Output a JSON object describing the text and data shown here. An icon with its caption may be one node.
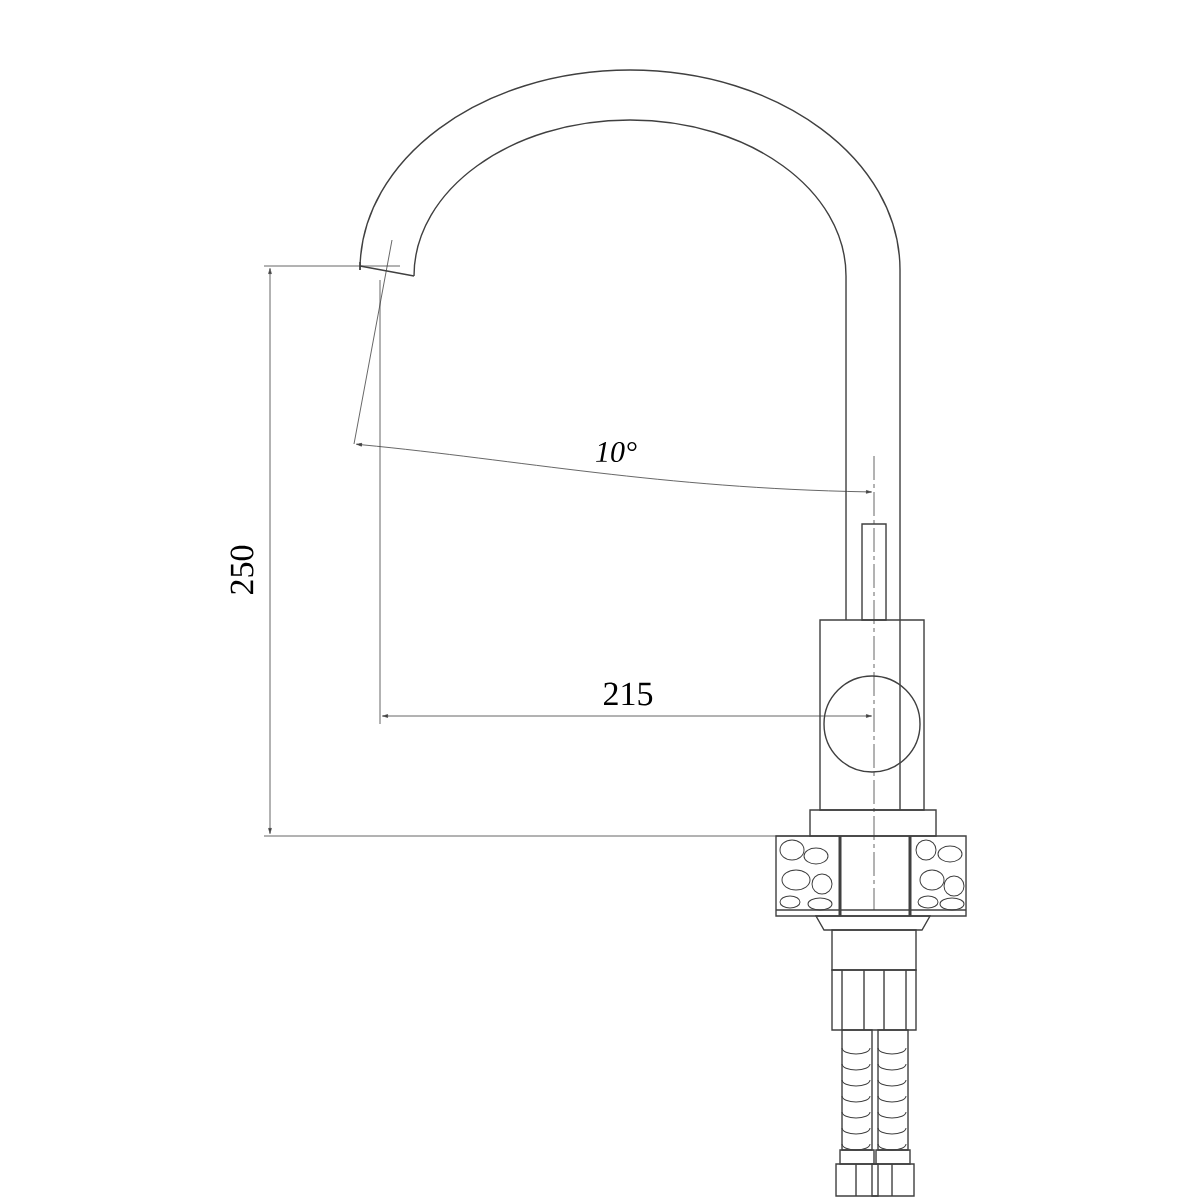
{
  "diagram": {
    "labels": [
      "10°",
      "215",
      "250"
    ]
  }
}
